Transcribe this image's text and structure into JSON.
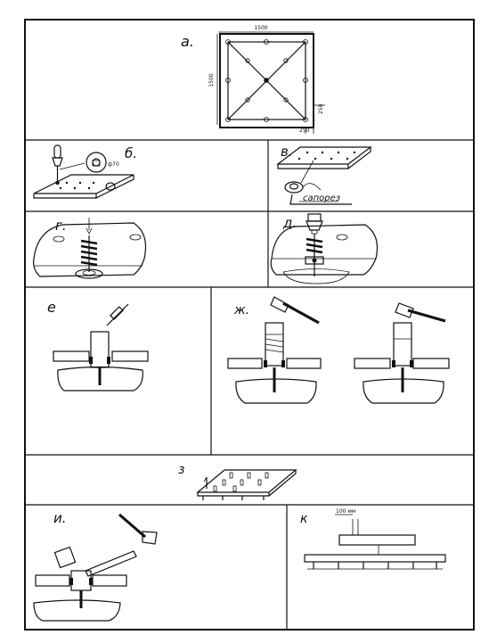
{
  "panels": {
    "a": {
      "label": "а.",
      "dim_top": "1500",
      "dim_left": "1500",
      "dim_right": "250",
      "dim_bottom": "250"
    },
    "b": {
      "label": "б.",
      "note": "ф70"
    },
    "v": {
      "label": "в.",
      "note": "сапорез"
    },
    "g": {
      "label": "г."
    },
    "d": {
      "label": "д."
    },
    "e": {
      "label": "е"
    },
    "zh": {
      "label": "ж."
    },
    "z": {
      "label": "з"
    },
    "i": {
      "label": "и."
    },
    "k": {
      "label": "к",
      "note": "100 мм"
    }
  },
  "colors": {
    "ink": "#111111",
    "stipple": "#888888",
    "paper": "#ffffff"
  }
}
